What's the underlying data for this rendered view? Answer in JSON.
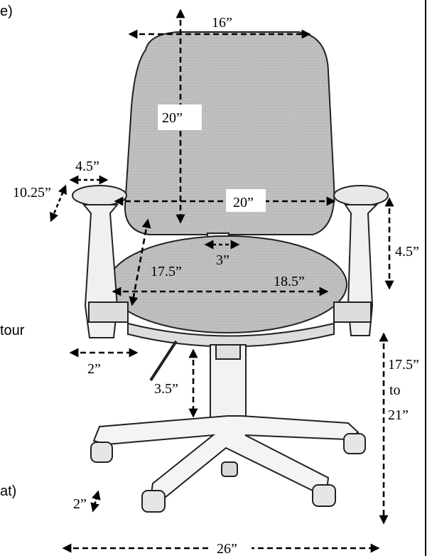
{
  "left_text_fragments": {
    "top": "e)",
    "middle": "tour",
    "bottom": "at)"
  },
  "dimensions": {
    "back_width": "16”",
    "back_height": "20”",
    "back_lower_width": "20”",
    "arm_pad_width": "4.5”",
    "arm_pad_length": "10.25”",
    "arm_height_adjust": "4.5”",
    "seat_depth": "17.5”",
    "back_gap": "3”",
    "seat_width": "18.5”",
    "arm_offset": "2”",
    "tilt_range": "3.5”",
    "seat_height_top": "17.5”",
    "seat_height_mid": "to",
    "seat_height_bottom": "21”",
    "caster_height": "2”",
    "base_width": "26”"
  },
  "colors": {
    "fabric": "#bdbdbd",
    "outline": "#222222",
    "frame": "#f4f4f4"
  }
}
